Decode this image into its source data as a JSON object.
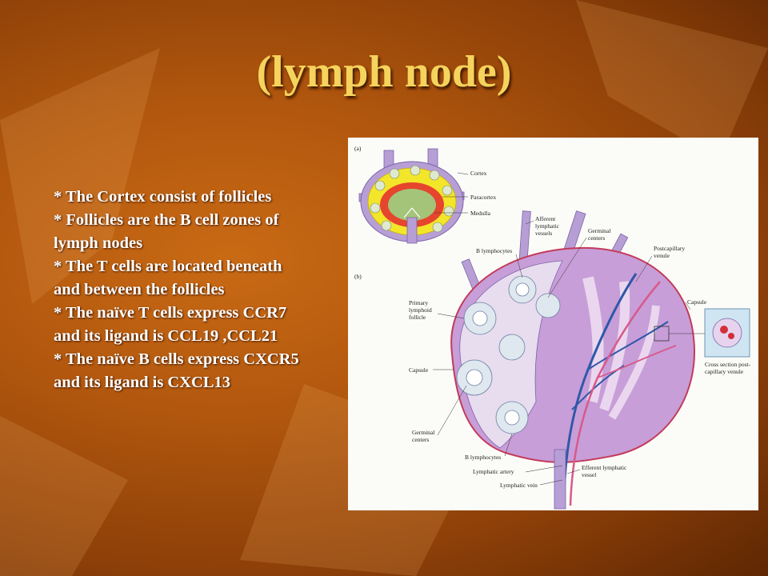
{
  "slide": {
    "title": "(lymph node)",
    "bullets": [
      "* The Cortex consist of follicles",
      "* Follicles are the B cell zones of",
      "lymph nodes",
      "* The T cells are located beneath",
      "and between the follicles",
      "* The naïve T cells express CCR7",
      "and its ligand is CCL19 ,CCL21",
      "* The naïve B cells express CXCR5",
      "and its ligand is CXCL13"
    ]
  },
  "figure": {
    "panel_a": "(a)",
    "panel_b": "(b)",
    "labels": {
      "cortex": "Cortex",
      "paracortex": "Paracortex",
      "medulla": "Medulla",
      "afferent_1": "Afferent",
      "afferent_2": "lymphatic",
      "afferent_3": "vessels",
      "germinal_top_1": "Germinal",
      "germinal_top_2": "centers",
      "b_lymph_top": "B lymphocytes",
      "postcap_1": "Postcapillary",
      "postcap_2": "venule",
      "primary_1": "Primary",
      "primary_2": "lymphoid",
      "primary_3": "follicle",
      "capsule_right": "Capsule",
      "capsule_left": "Capsule",
      "cross_1": "Cross section post-",
      "cross_2": "capillary venule",
      "germinal_bottom_1": "Germinal",
      "germinal_bottom_2": "centers",
      "b_lymph_bottom": "B lymphocytes",
      "lymph_artery": "Lymphatic artery",
      "lymph_vein": "Lymphatic vein",
      "efferent_1": "Efferent lymphatic",
      "efferent_2": "vessel"
    }
  }
}
